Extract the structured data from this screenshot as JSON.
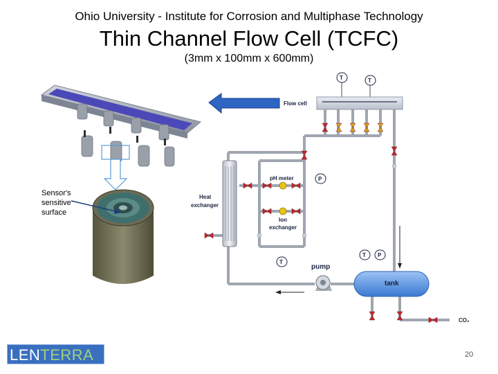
{
  "header": {
    "organization": "Ohio University - Institute for Corrosion and Multiphase Technology",
    "title": "Thin Channel Flow Cell (TCFC)",
    "subtitle": "(3mm x 100mm x 600mm)"
  },
  "sensor_caption": [
    "Sensor's",
    "sensitive",
    "surface"
  ],
  "diagram": {
    "labels": {
      "flow_cell": "Flow cell",
      "ph_meter": "pH meter",
      "heat_exchanger": [
        "Heat",
        "exchanger"
      ],
      "ion_exchanger": [
        "Ion",
        "exchanger"
      ],
      "pump": "pump",
      "tank": "tank",
      "co2": "CO₂"
    },
    "gauges": {
      "temperature": "T",
      "pressure": "P"
    }
  },
  "footer": {
    "logo_part1": "LEN",
    "logo_part2": "TERRA",
    "page_number": "20"
  },
  "colors": {
    "pipe": "#9fa6b0",
    "valve": "#c0282e",
    "arrow": "#2f66c4",
    "tank": "#4f8fe0",
    "flow_cell_channel": "#5a56c8"
  }
}
